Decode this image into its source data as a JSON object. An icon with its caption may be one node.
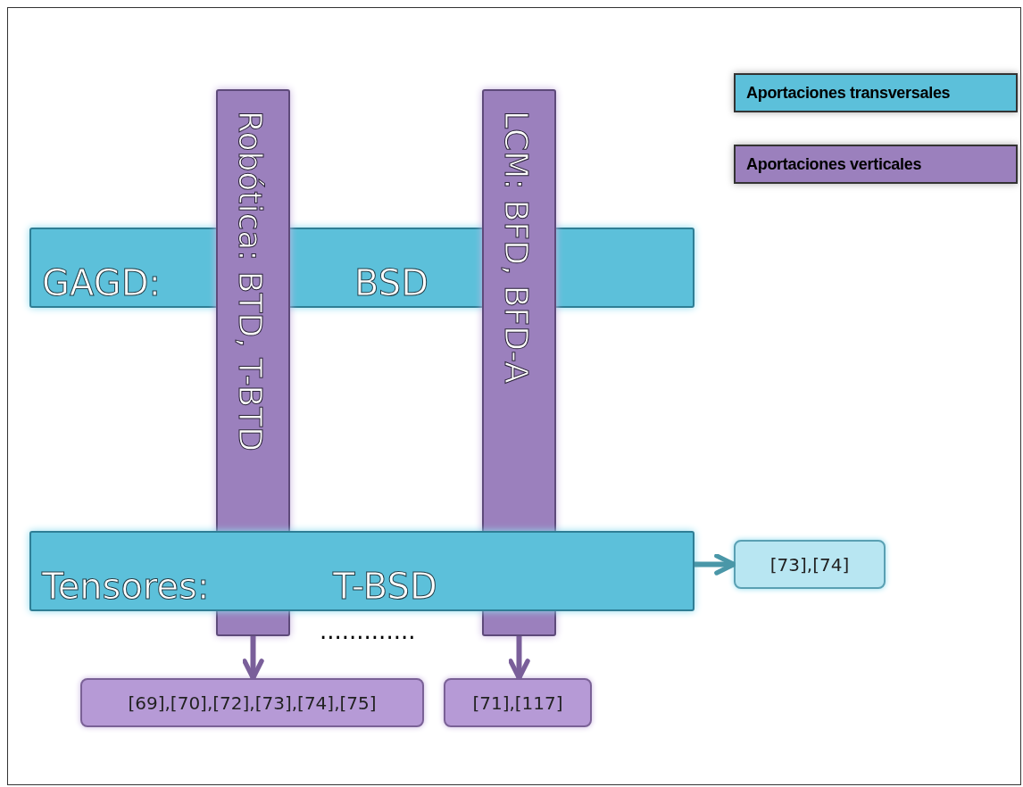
{
  "diagram": {
    "nodes": [
      {
        "text": [
          "GAGD:",
          "BSD"
        ]
      },
      {
        "text": [
          "Robótica: BTD, T-BTD"
        ]
      },
      {
        "text": [
          "LCM: BFD, BFD-A"
        ]
      },
      {
        "text": [
          "Tensores:",
          "T-BSD"
        ]
      },
      {
        "text": [
          "[73],[74]"
        ]
      },
      {
        "text": [
          "[69],[70],[72],[73],[74],[75]"
        ]
      },
      {
        "text": [
          "[71],[117]"
        ]
      }
    ],
    "edges": [
      {
        "from": 3,
        "to": 4,
        "arrow": "to",
        "color": "#4a97a8"
      },
      {
        "from": 1,
        "to": 5,
        "arrow": "to"
      },
      {
        "from": 2,
        "to": 6,
        "arrow": "to"
      }
    ],
    "labels": [
      "............."
    ],
    "legend": [
      {
        "text": "Aportaciones transversales",
        "color": "#5cc0da"
      },
      {
        "text": "Aportaciones verticales",
        "color": "#9b80bd"
      }
    ]
  }
}
